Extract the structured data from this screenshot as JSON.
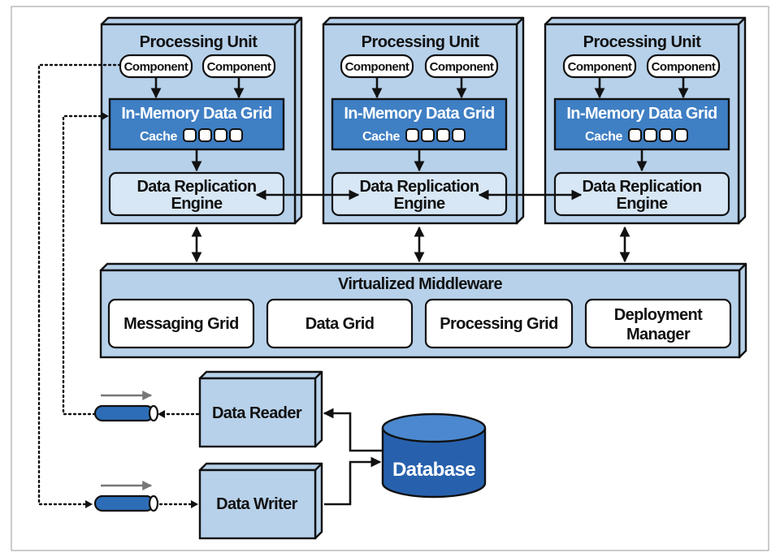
{
  "processing_units": [
    {
      "title": "Processing Unit",
      "components": [
        "Component",
        "Component"
      ],
      "grid_title": "In-Memory Data Grid",
      "cache_label": "Cache",
      "replication": [
        "Data Replication",
        "Engine"
      ]
    },
    {
      "title": "Processing Unit",
      "components": [
        "Component",
        "Component"
      ],
      "grid_title": "In-Memory Data Grid",
      "cache_label": "Cache",
      "replication": [
        "Data Replication",
        "Engine"
      ]
    },
    {
      "title": "Processing Unit",
      "components": [
        "Component",
        "Component"
      ],
      "grid_title": "In-Memory Data Grid",
      "cache_label": "Cache",
      "replication": [
        "Data Replication",
        "Engine"
      ]
    }
  ],
  "middleware": {
    "title": "Virtualized Middleware",
    "grids": [
      {
        "lines": [
          "Messaging Grid"
        ]
      },
      {
        "lines": [
          "Data Grid"
        ]
      },
      {
        "lines": [
          "Processing Grid"
        ]
      },
      {
        "lines": [
          "Deployment",
          "Manager"
        ]
      }
    ]
  },
  "data_reader": "Data Reader",
  "data_writer": "Data Writer",
  "database": "Database"
}
